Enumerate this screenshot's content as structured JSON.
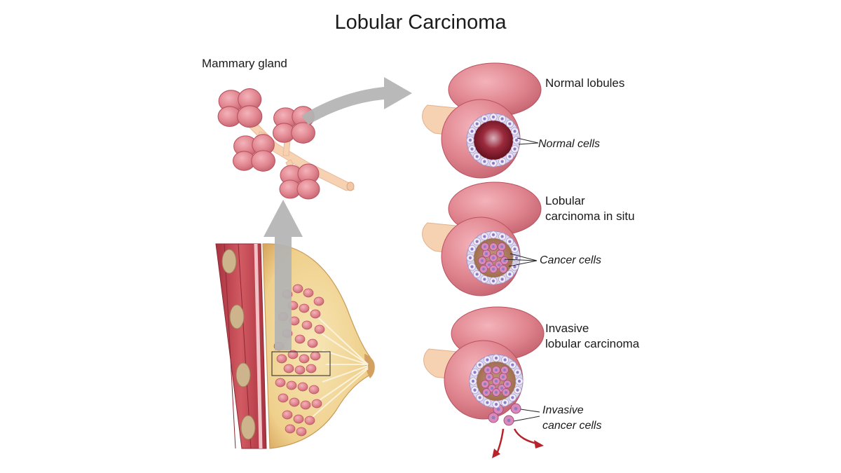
{
  "title": "Lobular Carcinoma",
  "labels": {
    "mammary_gland": "Mammary gland",
    "normal_lobules": "Normal lobules",
    "normal_cells": "Normal cells",
    "lcis_line1": "Lobular",
    "lcis_line2": "carcinoma in situ",
    "cancer_cells": "Cancer cells",
    "ilc_line1": "Invasive",
    "ilc_line2": "lobular carcinoma",
    "invasive_cells_line1": "Invasive",
    "invasive_cells_line2": "cancer cells"
  },
  "colors": {
    "lobule_pink": "#e0858f",
    "lobule_outline": "#b9525f",
    "duct": "#f6d2b2",
    "breast_fat": "#f3dca0",
    "muscle": "#c0424c",
    "lumen": "#7a1020",
    "cell_wall": "#dcd7ee",
    "cell_nucleus": "#8c7cc6",
    "cancer_cell": "#d98ab9",
    "arrow_gray": "#b3b3b3",
    "arrow_red": "#b8222a"
  }
}
